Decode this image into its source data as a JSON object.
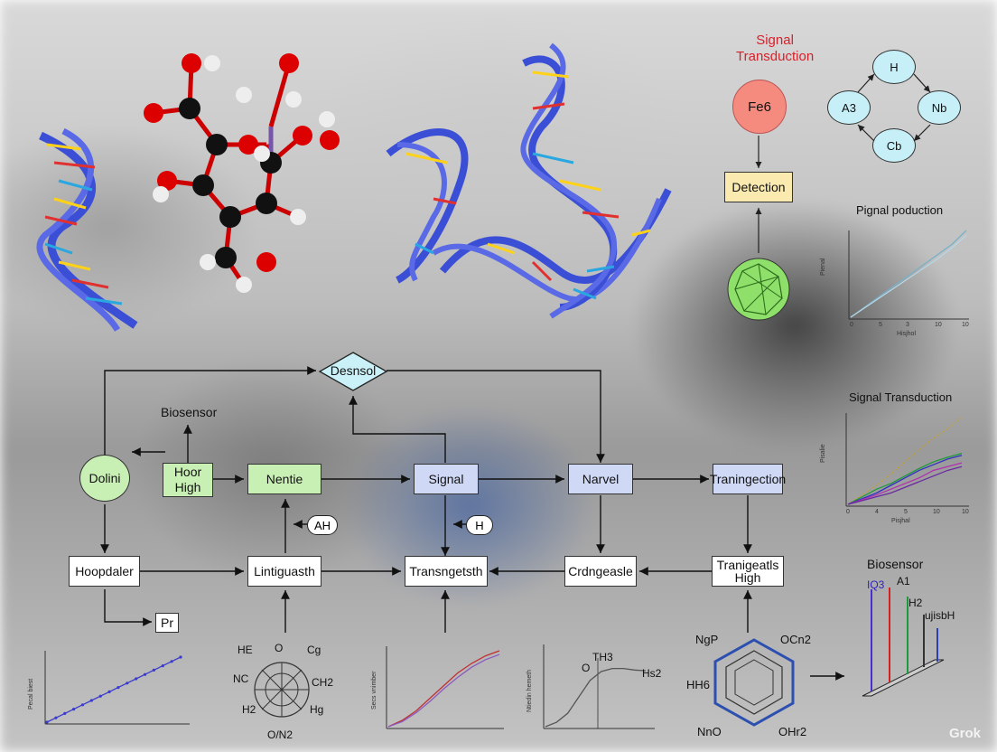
{
  "signal_transduction_top": {
    "title": "Signal\nTransduction",
    "source_label": "Fe6",
    "detection_label": "Detection"
  },
  "cycle": {
    "top": "H",
    "left": "A3",
    "right": "Nb",
    "bottom": "Cb"
  },
  "desensor": "Desnsol",
  "flow": {
    "biosensor_label": "Biosensor",
    "dolini": "Dolini",
    "hoor_high": "Hoor\nHigh",
    "nentie": "Nentie",
    "signal": "Signal",
    "narvel": "Narvel",
    "traningection": "Traningection",
    "hoopdaler": "Hoopdaler",
    "pr": "Pr",
    "lintiguasth": "Lintiguasth",
    "transngetsth": "Transngetsth",
    "crdngeasle": "Crdngeasle",
    "transgeatls_high": "Tranigeatls\nHigh",
    "ah_pill": "AH",
    "h_pill": "H"
  },
  "right_charts": {
    "signal_production_title": "Pignal poduction",
    "signal_production_xlabel": "Hisjhol",
    "signal_production_xticks": [
      "0",
      "5",
      "3",
      "10",
      "10"
    ],
    "signal_transduction_title": "Signal Transduction",
    "signal_transduction_xlabel": "Pisjhal",
    "signal_transduction_xticks": [
      "0",
      "4",
      "5",
      "10",
      "10"
    ]
  },
  "biosensor_bottom": {
    "title": "Biosensor",
    "labels": [
      "IQ3",
      "A1",
      "H2",
      "ujisbH"
    ]
  },
  "molecule_labels": {
    "left": [
      "HE",
      "O",
      "Cg",
      "NC",
      "CH2",
      "H2",
      "Hg",
      "O/N2"
    ],
    "right": [
      "NgP",
      "OCn2",
      "HH6",
      "NnO",
      "OHr2"
    ]
  },
  "bottom_graph_labels": {
    "o_label": "O",
    "th_label": "TH3",
    "hs_label": "Hs2"
  },
  "watermark": "Grok",
  "chart_data": [
    {
      "type": "line",
      "title": "Pignal poduction",
      "xlabel": "Hisjhol",
      "series": [
        {
          "values": [
            0,
            15,
            30,
            45,
            60,
            75,
            90,
            105,
            125
          ]
        },
        {
          "values": [
            0,
            14,
            28,
            42,
            56,
            70,
            84,
            100,
            118
          ]
        }
      ]
    },
    {
      "type": "line",
      "title": "Signal Transduction",
      "xlabel": "Pisjhal",
      "series": [
        {
          "values": [
            0,
            10,
            20,
            32,
            45,
            58,
            70,
            80,
            92
          ]
        },
        {
          "values": [
            0,
            8,
            16,
            22,
            30,
            38,
            45,
            50,
            54
          ]
        },
        {
          "values": [
            0,
            6,
            12,
            20,
            28,
            36,
            42,
            48,
            52
          ]
        },
        {
          "values": [
            0,
            5,
            10,
            16,
            22,
            28,
            36,
            40,
            44
          ]
        },
        {
          "values": [
            0,
            4,
            8,
            12,
            18,
            24,
            30,
            36,
            40
          ]
        }
      ]
    },
    {
      "type": "line",
      "series": [
        {
          "values": [
            0,
            8,
            16,
            24,
            32,
            40,
            48,
            56,
            64,
            72,
            80,
            88,
            96,
            104,
            112,
            120
          ]
        }
      ]
    },
    {
      "type": "line",
      "series": [
        {
          "values": [
            0,
            10,
            25,
            45,
            65,
            85,
            100,
            112,
            120
          ]
        },
        {
          "values": [
            0,
            8,
            22,
            40,
            60,
            78,
            94,
            106,
            114
          ]
        }
      ]
    },
    {
      "type": "line",
      "series": [
        {
          "values": [
            0,
            6,
            18,
            40,
            62,
            74,
            78,
            78,
            76,
            75
          ]
        }
      ]
    }
  ]
}
